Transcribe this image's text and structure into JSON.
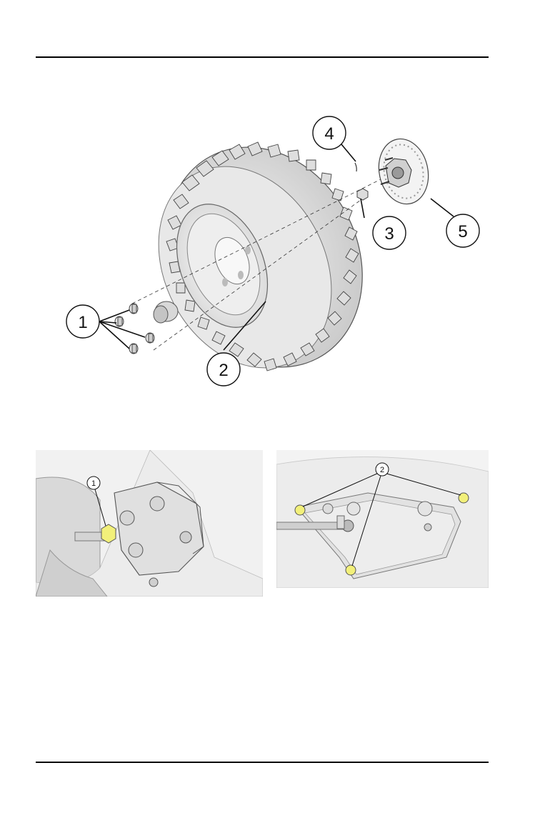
{
  "page": {
    "top_rule": "header-rule",
    "bottom_rule": "footer-rule"
  },
  "figure_main": {
    "callouts": [
      "1",
      "2",
      "3",
      "4",
      "5"
    ]
  },
  "figure_left": {
    "callouts": [
      "1"
    ],
    "highlight_color": "#f2f07a"
  },
  "figure_right": {
    "callouts": [
      "2"
    ],
    "highlight_color": "#f2f07a"
  }
}
